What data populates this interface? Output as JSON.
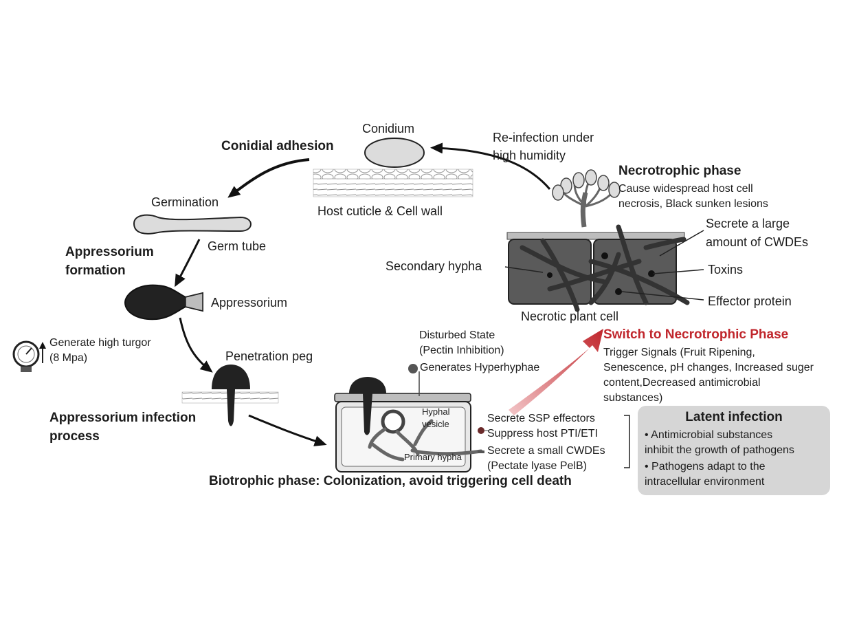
{
  "labels": {
    "conidium": "Conidium",
    "conidial_adhesion": "Conidial adhesion",
    "host_cuticle": "Host cuticle & Cell wall",
    "reinfection_1": "Re-infection under",
    "reinfection_2": "high humidity",
    "germination": "Germination",
    "germ_tube": "Germ tube",
    "appressorium_formation_1": "Appressorium",
    "appressorium_formation_2": "formation",
    "appressorium": "Appressorium",
    "turgor_1": "Generate high turgor",
    "turgor_2": "(8 Mpa)",
    "penetration_peg": "Penetration peg",
    "infection_process_1": "Appressorium infection",
    "infection_process_2": "process",
    "disturbed_1": "Disturbed State",
    "disturbed_2": "(Pectin Inhibition)",
    "hyperhyphae": "Generates Hyperhyphae",
    "hyphal_vesicle_1": "Hyphal",
    "hyphal_vesicle_2": "vesicle",
    "primary_hypha": "Primary hypha",
    "ssp_effectors": "Secrete SSP effectors",
    "suppress_pti": "Suppress host PTI/ETI",
    "small_cwdes": "Secrete a small CWDEs",
    "pectate_lyase": "(Pectate lyase PelB)",
    "biotrophic": "Biotrophic phase: Colonization, avoid triggering cell death",
    "necrotrophic_phase": "Necrotrophic phase",
    "necrosis_1": "Cause widespread host cell",
    "necrosis_2": "necrosis, Black sunken lesions",
    "cwdes_1": "Secrete a large",
    "cwdes_2": "amount of CWDEs",
    "secondary_hypha": "Secondary hypha",
    "toxins": "Toxins",
    "effector_protein": "Effector protein",
    "necrotic_cell": "Necrotic plant cell",
    "switch": "Switch to Necrotrophic Phase",
    "trigger_1": "Trigger Signals (Fruit Ripening,",
    "trigger_2": "Senescence, pH changes, Increased suger",
    "trigger_3": "content,Decreased antimicrobial",
    "trigger_4": "substances)"
  },
  "latent": {
    "title": "Latent infection",
    "bullet1_1": "•  Antimicrobial substances",
    "bullet1_2": "inhibit the growth of pathogens",
    "bullet2_1": "•  Pathogens adapt to the",
    "bullet2_2": "intracellular environment"
  },
  "colors": {
    "fungus": "#1e1e1e",
    "conidium_fill": "#dcdcdc",
    "cell_gray": "#5a5a5a",
    "arrow_red": "#c0262c",
    "latent_box": "#d6d6d6"
  }
}
